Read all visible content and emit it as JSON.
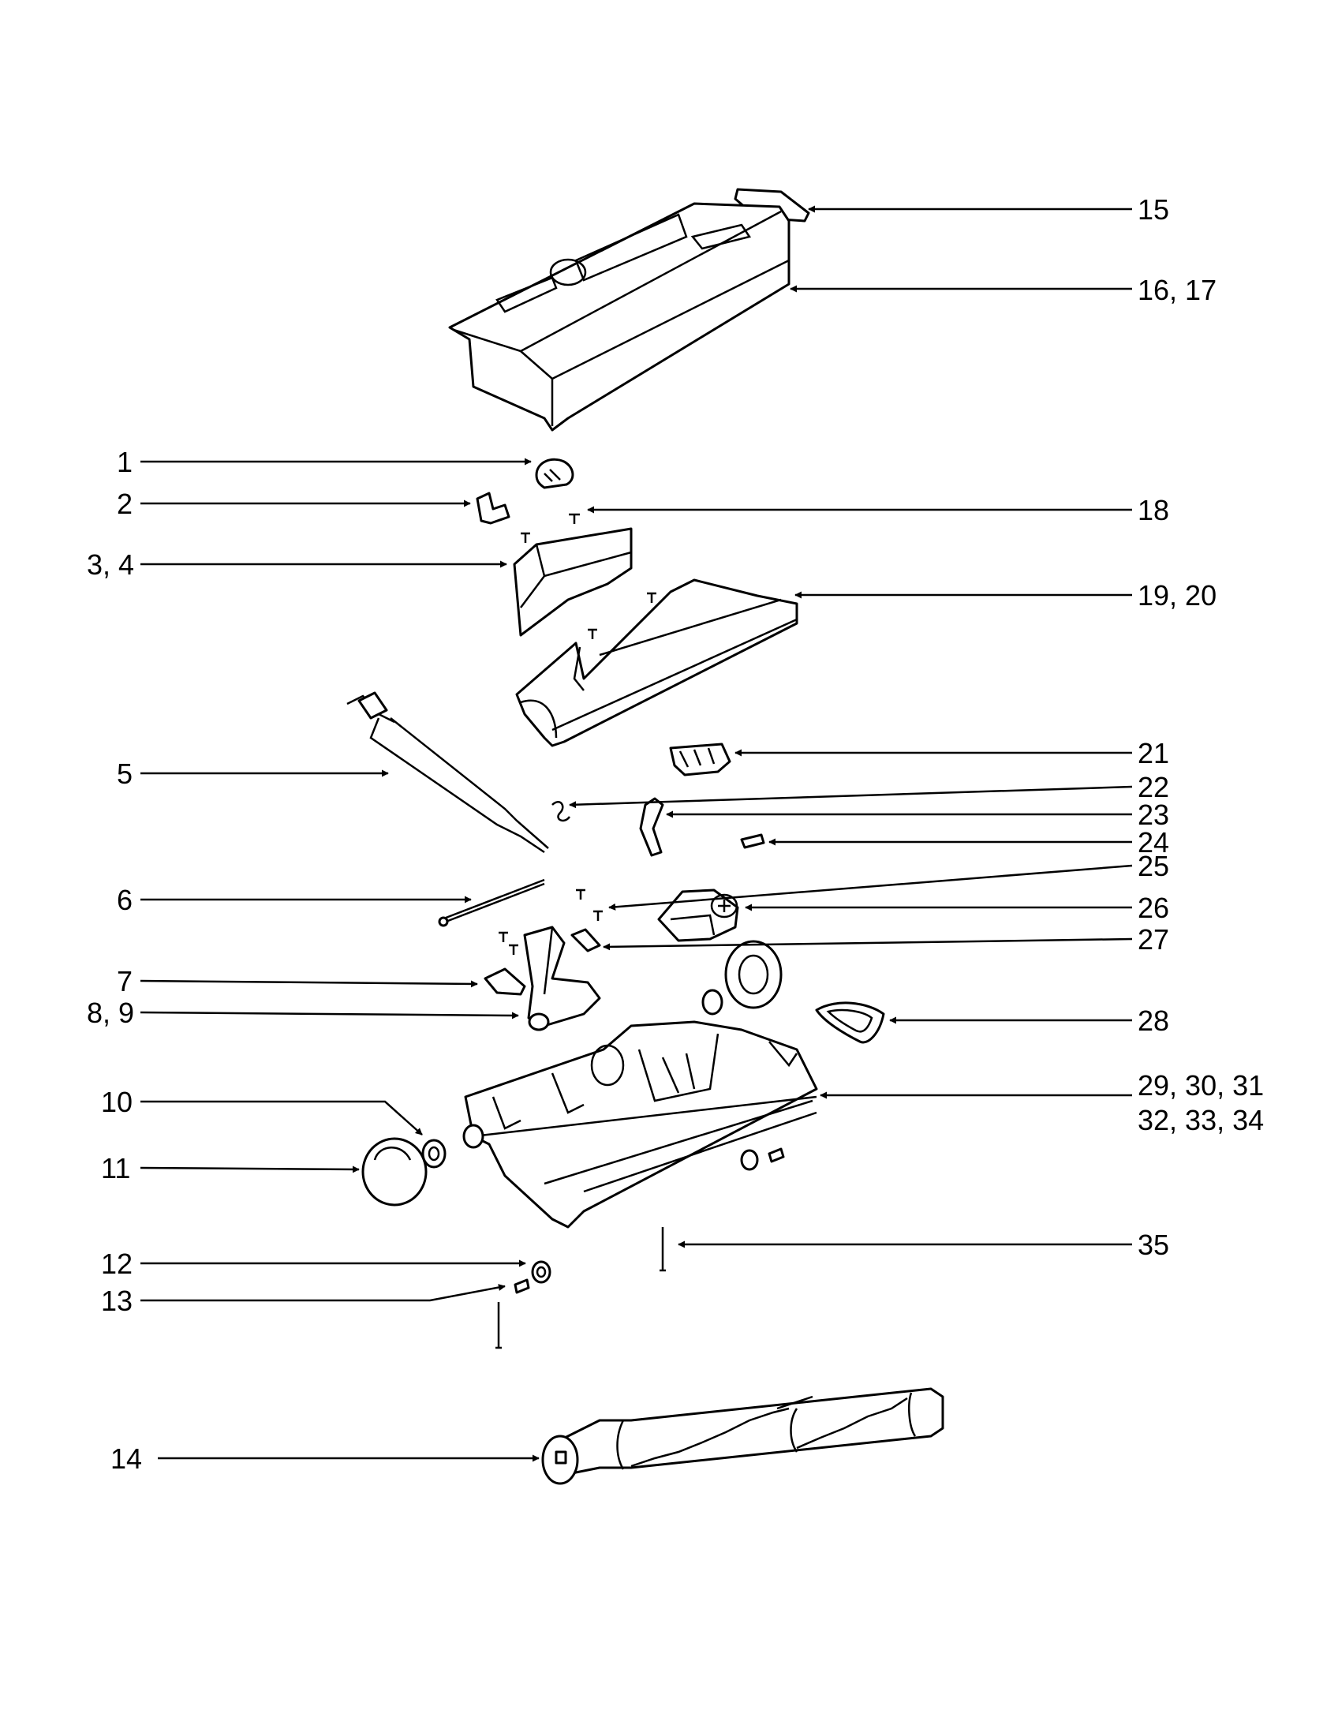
{
  "callouts": [
    {
      "id": "c15",
      "text": "15"
    },
    {
      "id": "c16",
      "text": "16, 17"
    },
    {
      "id": "c1",
      "text": "1"
    },
    {
      "id": "c2",
      "text": "2"
    },
    {
      "id": "c18",
      "text": "18"
    },
    {
      "id": "c3",
      "text": "3, 4"
    },
    {
      "id": "c19",
      "text": "19, 20"
    },
    {
      "id": "c5",
      "text": "5"
    },
    {
      "id": "c21",
      "text": "21"
    },
    {
      "id": "c22",
      "text": "22"
    },
    {
      "id": "c23",
      "text": "23"
    },
    {
      "id": "c24",
      "text": "24"
    },
    {
      "id": "c25",
      "text": "25"
    },
    {
      "id": "c6",
      "text": "6"
    },
    {
      "id": "c26",
      "text": "26"
    },
    {
      "id": "c27",
      "text": "27"
    },
    {
      "id": "c7",
      "text": "7"
    },
    {
      "id": "c8",
      "text": "8, 9"
    },
    {
      "id": "c28",
      "text": "28"
    },
    {
      "id": "c29",
      "text": "29, 30, 31"
    },
    {
      "id": "c32",
      "text": "32, 33, 34"
    },
    {
      "id": "c10",
      "text": "10"
    },
    {
      "id": "c11",
      "text": "11"
    },
    {
      "id": "c35",
      "text": "35"
    },
    {
      "id": "c12",
      "text": "12"
    },
    {
      "id": "c13",
      "text": "13"
    },
    {
      "id": "c14",
      "text": "14"
    }
  ]
}
